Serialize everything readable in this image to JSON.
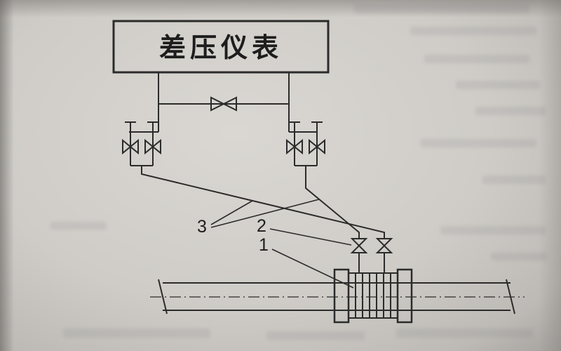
{
  "colors": {
    "page": "#cfccc7",
    "line": "#2b2b2b",
    "flange_fill": "#cdcac5"
  },
  "diagram": {
    "instrument_box": {
      "label": "差压仪表"
    },
    "callouts": {
      "three": "3",
      "two": "2",
      "one": "1"
    },
    "symbols": [
      "differential-pressure-instrument",
      "equalizing-valve",
      "shutoff-valve-pair-left",
      "shutoff-valve-pair-right",
      "tap-valve-left",
      "tap-valve-right",
      "orifice-plate-assembly",
      "process-pipe",
      "pipe-centerline",
      "impulse-lines"
    ]
  }
}
